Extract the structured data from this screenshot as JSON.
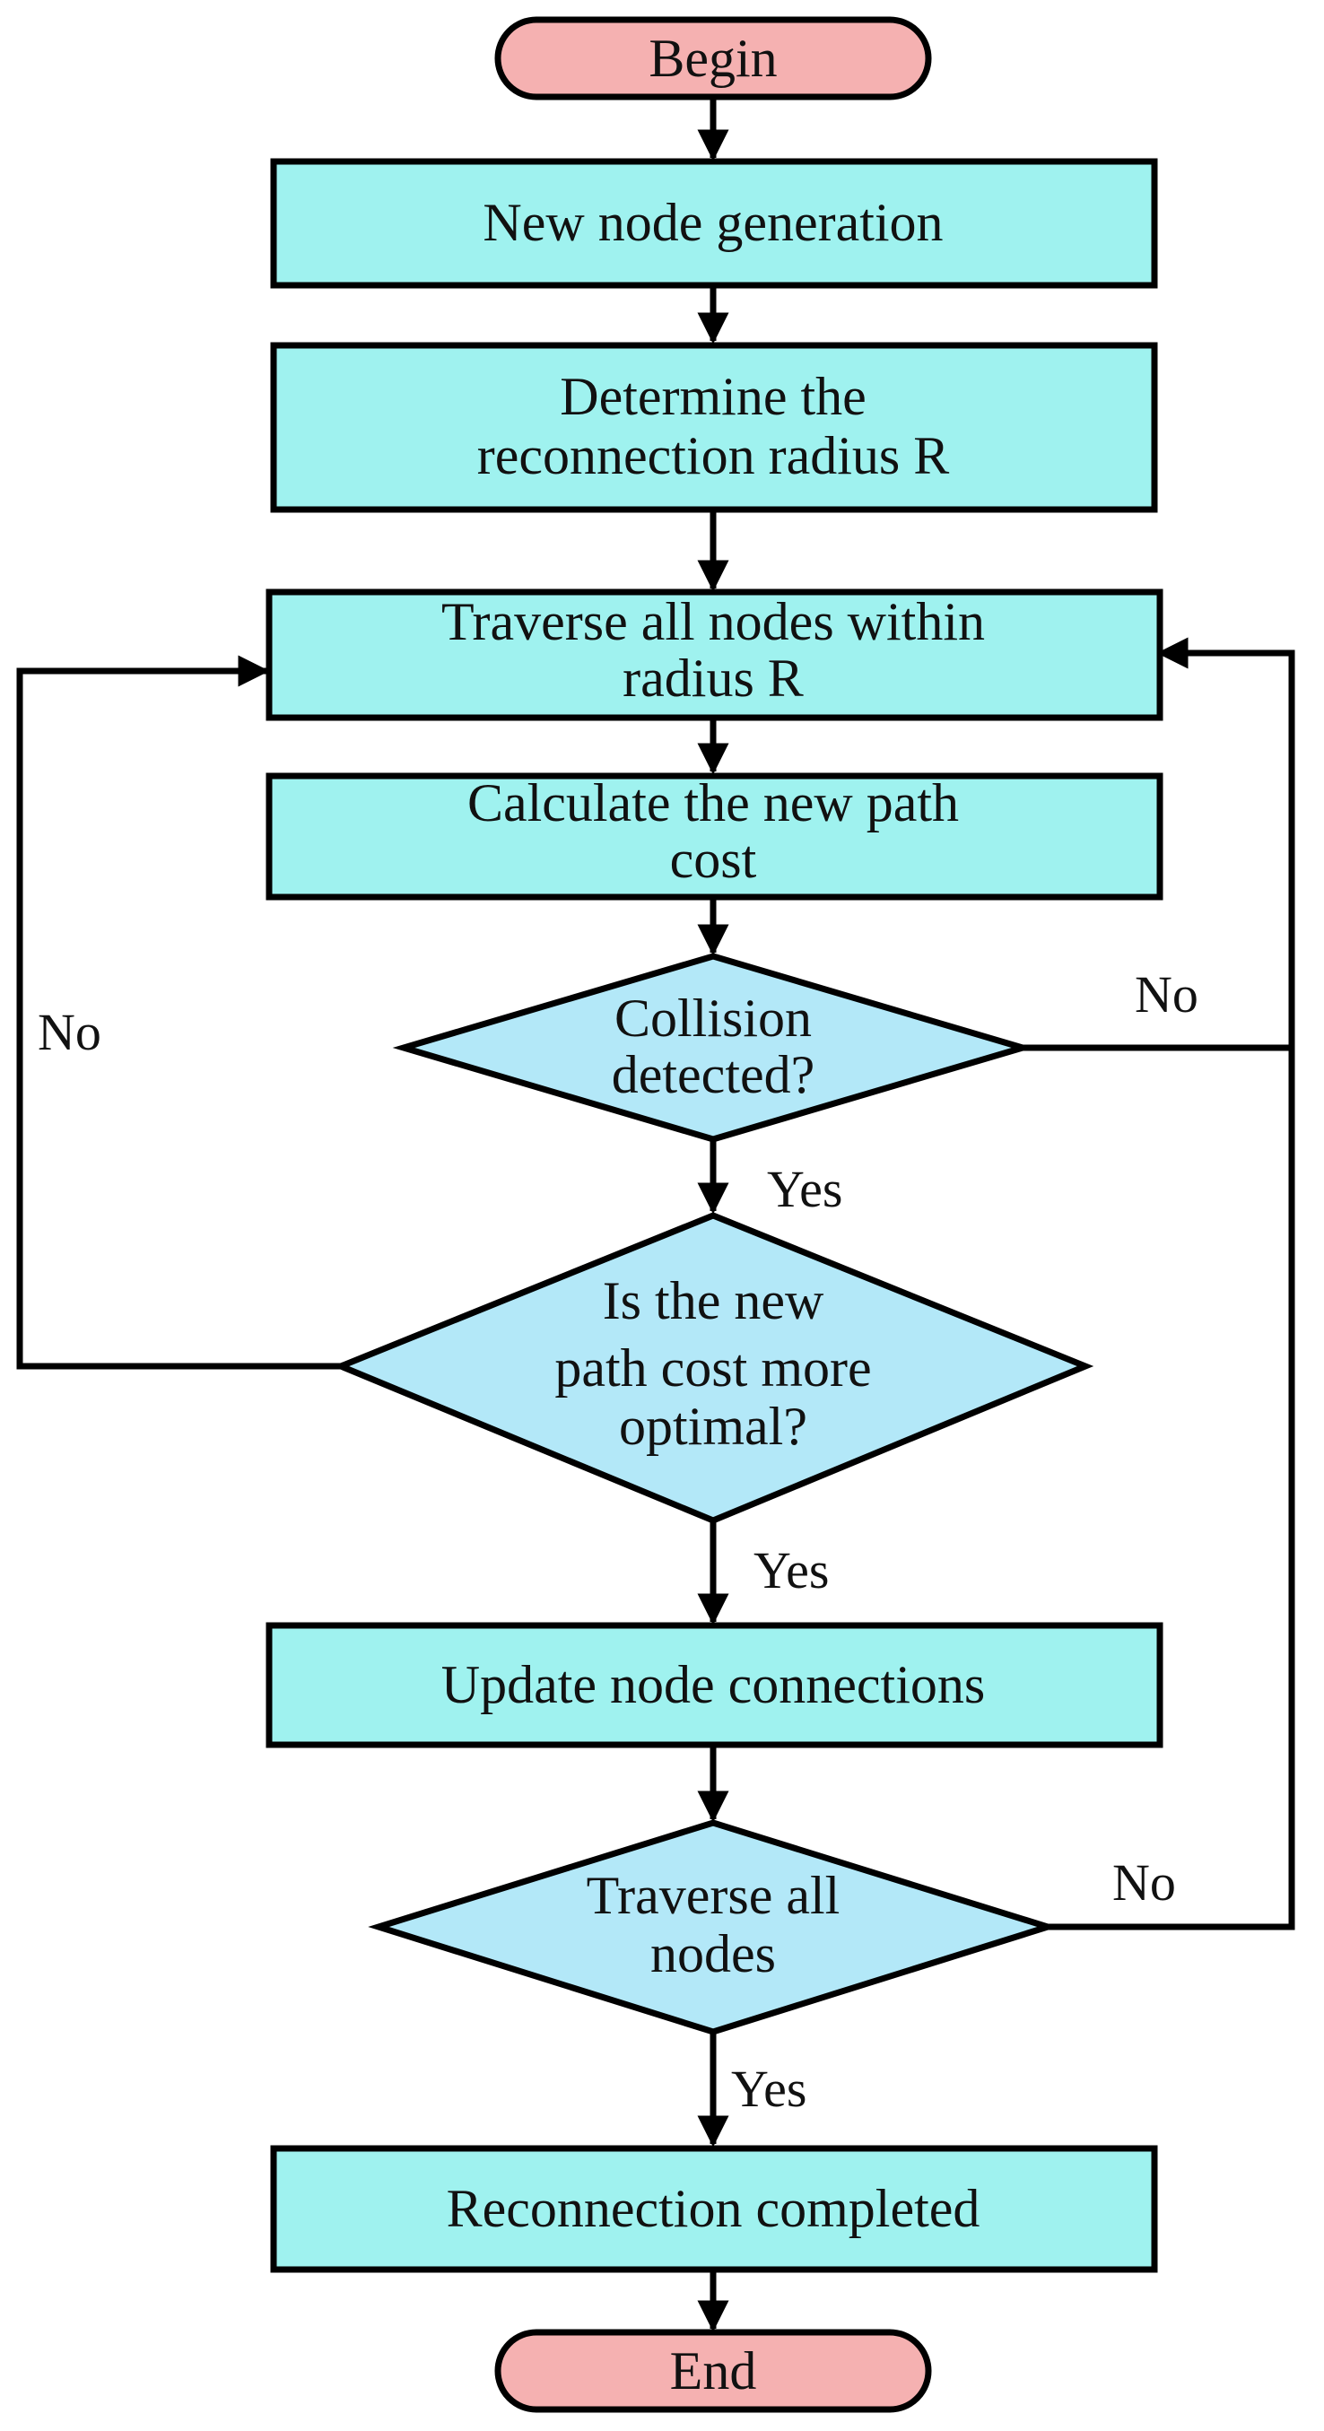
{
  "colors": {
    "terminal_fill": "#f5b1b1",
    "process_fill": "#9ff2ef",
    "decision_fill": "#b3e8f8",
    "stroke": "#000000"
  },
  "nodes": {
    "begin": {
      "label": "Begin"
    },
    "new_node": {
      "label": "New node generation"
    },
    "radius": {
      "lines": [
        "Determine the",
        "reconnection radius R"
      ]
    },
    "traverse_radius": {
      "lines": [
        "Traverse all nodes within",
        "radius R"
      ]
    },
    "calc_cost": {
      "lines": [
        "Calculate the new path",
        "cost"
      ]
    },
    "collision": {
      "lines": [
        "Collision",
        "detected?"
      ]
    },
    "optimal": {
      "lines": [
        "Is the new",
        "path cost more",
        "optimal?"
      ]
    },
    "update": {
      "label": "Update node connections"
    },
    "traverse_all": {
      "lines": [
        "Traverse all",
        "nodes"
      ]
    },
    "completed": {
      "label": "Reconnection completed"
    },
    "end": {
      "label": "End"
    }
  },
  "edge_labels": {
    "collision_no": "No",
    "collision_yes": "Yes",
    "optimal_no": "No",
    "optimal_yes": "Yes",
    "traverse_no": "No",
    "traverse_yes": "Yes"
  }
}
